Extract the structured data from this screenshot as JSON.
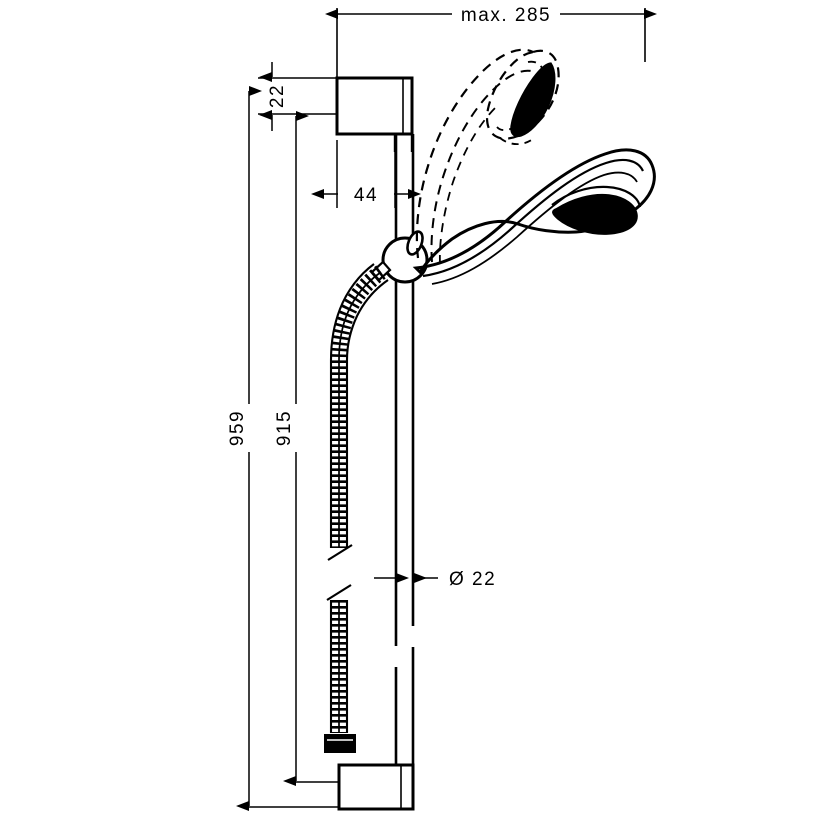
{
  "drawing": {
    "title": "Hand shower rail set technical dimension drawing",
    "units": "mm",
    "background_color": "#ffffff",
    "line_color": "#000000"
  },
  "dimensions": {
    "max_reach": {
      "label": "max. 285",
      "value": 285,
      "prefix": "max.",
      "orientation": "horizontal",
      "position": "top"
    },
    "bracket_offset": {
      "label": "22",
      "value": 22,
      "orientation": "vertical",
      "position": "top-left"
    },
    "wall_projection": {
      "label": "44",
      "value": 44,
      "orientation": "horizontal",
      "position": "upper-middle"
    },
    "overall_height": {
      "label": "959",
      "value": 959,
      "orientation": "vertical",
      "position": "left-outer"
    },
    "rail_length": {
      "label": "915",
      "value": 915,
      "orientation": "vertical",
      "position": "left-inner"
    },
    "rail_diameter": {
      "label": "Ø 22",
      "value": 22,
      "symbol": "Ø",
      "orientation": "horizontal",
      "position": "middle-right"
    }
  },
  "parts": [
    {
      "name": "upper-wall-bracket",
      "label": "Upper wall bracket"
    },
    {
      "name": "lower-wall-bracket",
      "label": "Lower wall bracket"
    },
    {
      "name": "shower-rail",
      "label": "Shower rail"
    },
    {
      "name": "sliding-holder",
      "label": "Sliding hand shower holder"
    },
    {
      "name": "hand-shower",
      "label": "Hand shower"
    },
    {
      "name": "hand-shower-phantom",
      "label": "Hand shower (raised position, dashed)"
    },
    {
      "name": "shower-hose",
      "label": "Metal shower hose"
    },
    {
      "name": "hose-connector",
      "label": "Hose connector nut"
    }
  ]
}
